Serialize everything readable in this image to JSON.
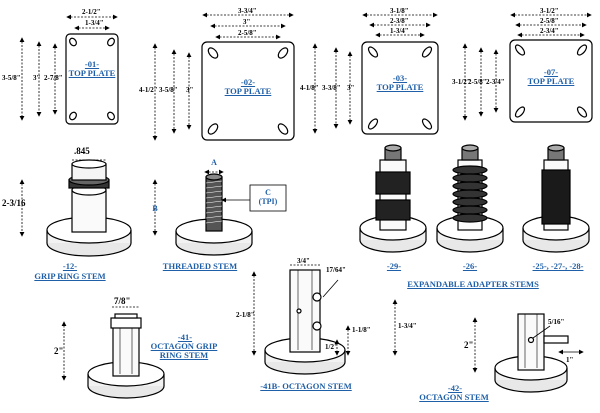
{
  "plates": [
    {
      "num": "-01-",
      "name": "TOP PLATE",
      "w_outer": "2-1/2\"",
      "w_inner": "1-3/4\"",
      "h_outer": "3-5/8\"",
      "h_mid": "3\"",
      "h_inner": "2-7/8\""
    },
    {
      "num": "-02-",
      "name": "TOP PLATE",
      "w_outer": "3-3/4\"",
      "w_mid": "3\"",
      "w_inner": "2-5/8\"",
      "h_outer": "4-1/2\"",
      "h_mid": "3-5/8\"",
      "h_inner": "3\""
    },
    {
      "num": "-03-",
      "name": "TOP PLATE",
      "w_outer": "3-1/8\"",
      "w_mid": "2-3/8\"",
      "w_inner": "1-3/4\"",
      "h_outer": "4-1/8\"",
      "h_mid": "3-3/8\"",
      "h_inner": "3\""
    },
    {
      "num": "-07-",
      "name": "TOP PLATE",
      "w_outer": "3-1/2\"",
      "w_mid": "2-5/8\"",
      "w_inner": "2-3/4\"",
      "h_outer": "3-1/2\"",
      "h_mid": "2-5/8\"",
      "h_inner": "2-3/4\""
    }
  ],
  "stems": {
    "grip_ring": {
      "label_num": "-12-",
      "label_name": "GRIP RING STEM",
      "top_dim": ".845",
      "height": "2-3/16"
    },
    "threaded": {
      "label_name": "THREADED STEM",
      "a": "A",
      "b": "B",
      "c": "C",
      "tpi": "(TPI)"
    },
    "expandable": {
      "nums": [
        "-29-",
        "-26-",
        "-25-, -27-, -28-"
      ],
      "label_name": "EXPANDABLE ADAPTER STEMS"
    },
    "octagon_grip": {
      "label_num": "-41-",
      "label_line1": "OCTAGON GRIP",
      "label_line2": "RING STEM",
      "top_dim": "7/8\"",
      "height": "2\""
    },
    "octagon_41b": {
      "label_name": "-41B- OCTAGON STEM",
      "top_dim": "3/4\"",
      "hole": "17/64\"",
      "h_total": "2-1/8\"",
      "h_a": "1-3/4\"",
      "h_b": "1-1/8\"",
      "h_c": "1/2\""
    },
    "octagon_42": {
      "label_num": "-42-",
      "label_name": "OCTAGON STEM",
      "height": "2\"",
      "hole": "5/16\"",
      "pin": "1\""
    }
  }
}
